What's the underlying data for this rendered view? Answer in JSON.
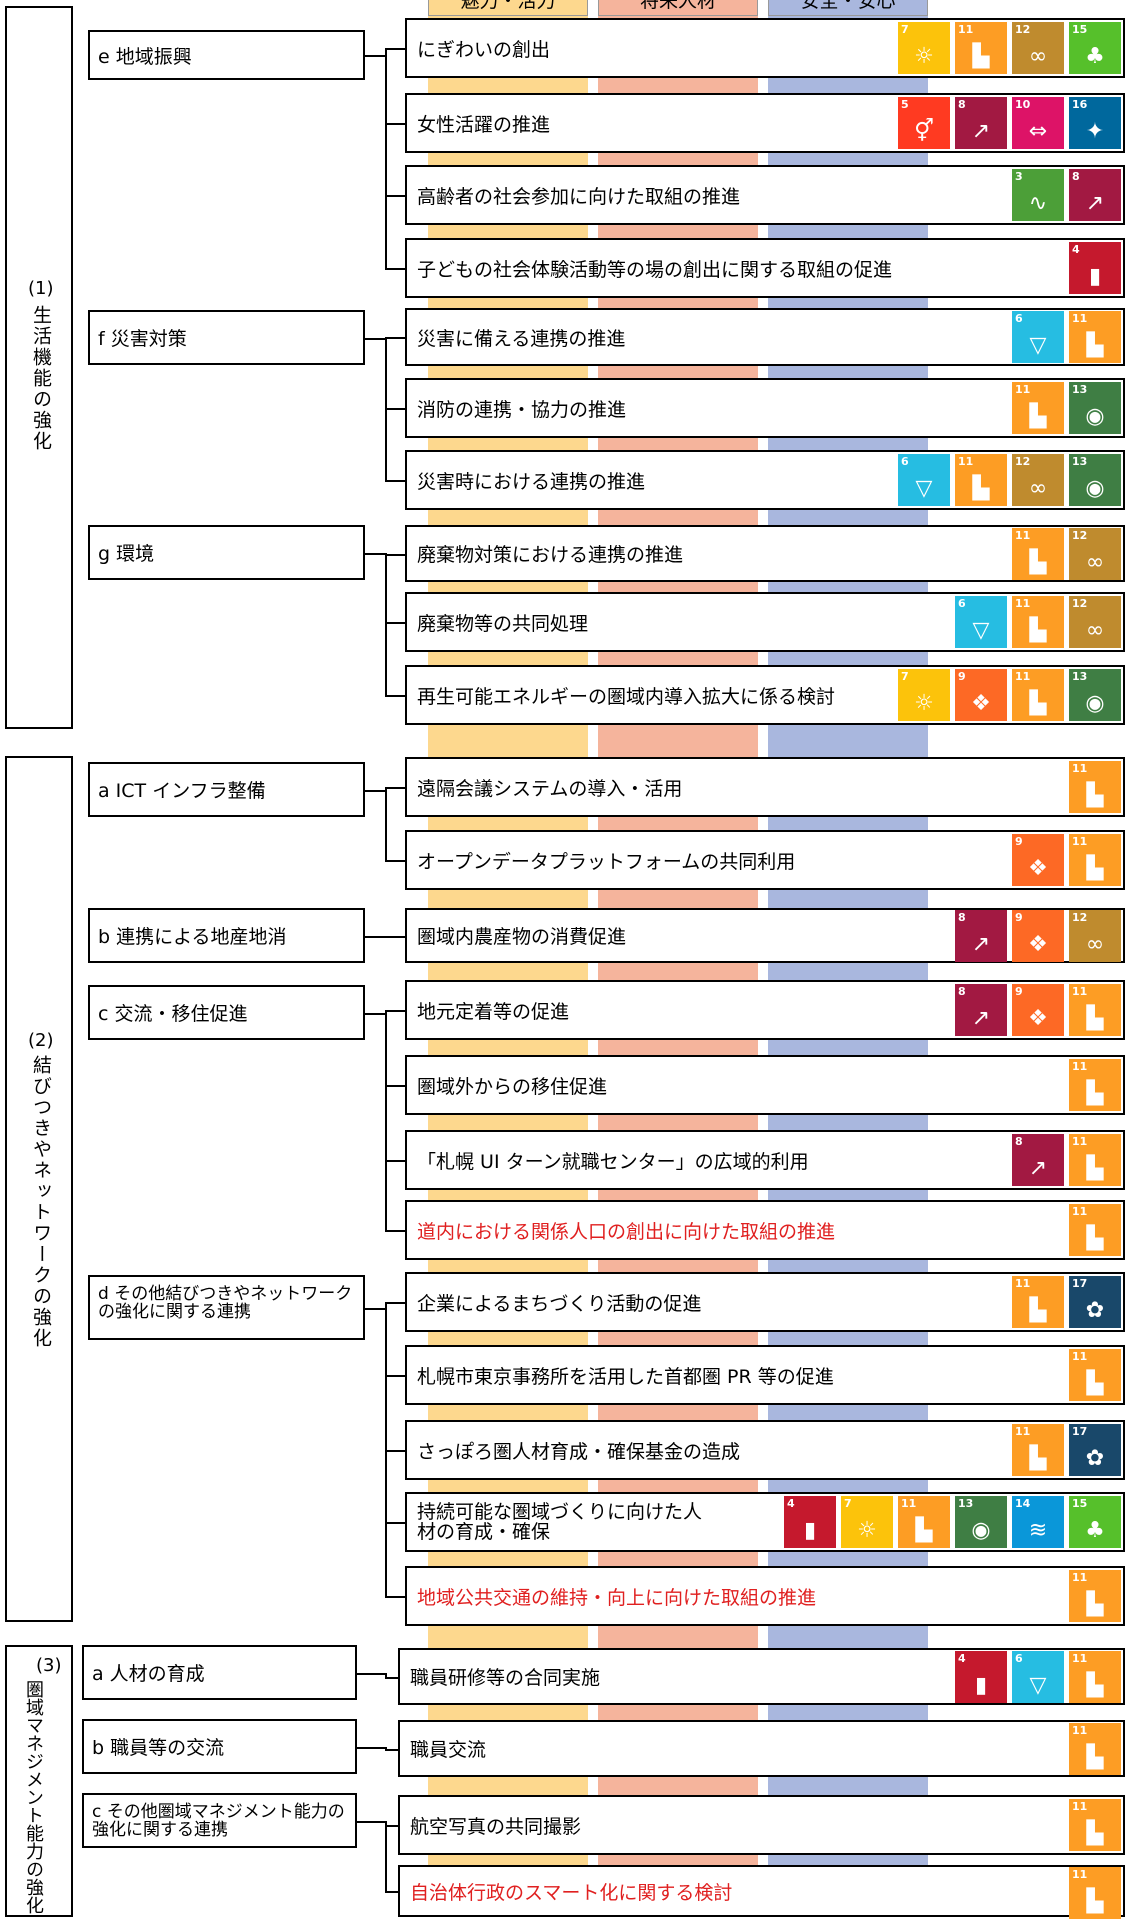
{
  "columns": [
    {
      "label": "魅力・活力",
      "color": "#fdd88e"
    },
    {
      "label": "将来人材",
      "color": "#f5b49c"
    },
    {
      "label": "安全・安心",
      "color": "#a9b7de"
    }
  ],
  "sdg_colors": {
    "3": "#4c9f38",
    "4": "#c5192d",
    "5": "#ff3a21",
    "6": "#26bde2",
    "7": "#fcc30b",
    "8": "#a21942",
    "9": "#fd6925",
    "10": "#dd1367",
    "11": "#fd9d24",
    "12": "#bf8b2e",
    "13": "#3f7e44",
    "14": "#0a97d9",
    "15": "#56c02b",
    "16": "#00689d",
    "17": "#19486a"
  },
  "sdg_icons": {
    "3": "heart-pulse-icon",
    "4": "book-icon",
    "5": "gender-icon",
    "6": "water-drop-icon",
    "7": "sun-icon",
    "8": "growth-chart-icon",
    "9": "cubes-icon",
    "10": "equality-icon",
    "11": "city-icon",
    "12": "infinity-icon",
    "13": "eye-globe-icon",
    "14": "fish-icon",
    "15": "tree-icon",
    "16": "dove-icon",
    "17": "flower-ring-icon"
  },
  "sdg_glyphs": {
    "3": "∿",
    "4": "▮",
    "5": "⚥",
    "6": "▽",
    "7": "☼",
    "8": "↗",
    "9": "❖",
    "10": "⇔",
    "11": "▙",
    "12": "∞",
    "13": "◉",
    "14": "≋",
    "15": "♣",
    "16": "✦",
    "17": "✿"
  },
  "sections": [
    {
      "num": "(1)",
      "label": "生活機能の強化"
    },
    {
      "num": "(2)",
      "label": "結びつきやネットワークの強化"
    },
    {
      "num": "(3)",
      "label": "圏域マネジメント能力の強化"
    }
  ],
  "categories": [
    {
      "label": "e 地域振興"
    },
    {
      "label": "f 災害対策"
    },
    {
      "label": "g 環境"
    },
    {
      "label": "a ICT インフラ整備"
    },
    {
      "label": "b 連携による地産地消"
    },
    {
      "label": "c 交流・移住促進"
    },
    {
      "label": "d その他結びつきやネットワークの強化に関する連携"
    },
    {
      "label": "a 人材の育成"
    },
    {
      "label": "b 職員等の交流"
    },
    {
      "label": "c その他圏域マネジメント能力の強化に関する連携"
    }
  ],
  "items": [
    {
      "label": "にぎわいの創出",
      "red": false,
      "sdgs": [
        7,
        11,
        12,
        15
      ]
    },
    {
      "label": "女性活躍の推進",
      "red": false,
      "sdgs": [
        5,
        8,
        10,
        16
      ]
    },
    {
      "label": "高齢者の社会参加に向けた取組の推進",
      "red": false,
      "sdgs": [
        3,
        8
      ]
    },
    {
      "label": "子どもの社会体験活動等の場の創出に関する取組の促進",
      "red": false,
      "sdgs": [
        4
      ]
    },
    {
      "label": "災害に備える連携の推進",
      "red": false,
      "sdgs": [
        6,
        11
      ]
    },
    {
      "label": "消防の連携・協力の推進",
      "red": false,
      "sdgs": [
        11,
        13
      ]
    },
    {
      "label": "災害時における連携の推進",
      "red": false,
      "sdgs": [
        6,
        11,
        12,
        13
      ]
    },
    {
      "label": "廃棄物対策における連携の推進",
      "red": false,
      "sdgs": [
        11,
        12
      ]
    },
    {
      "label": "廃棄物等の共同処理",
      "red": false,
      "sdgs": [
        6,
        11,
        12
      ]
    },
    {
      "label": "再生可能エネルギーの圏域内導入拡大に係る検討",
      "red": false,
      "sdgs": [
        7,
        9,
        11,
        13
      ]
    },
    {
      "label": "遠隔会議システムの導入・活用",
      "red": false,
      "sdgs": [
        11
      ]
    },
    {
      "label": "オープンデータプラットフォームの共同利用",
      "red": false,
      "sdgs": [
        9,
        11
      ]
    },
    {
      "label": "圏域内農産物の消費促進",
      "red": false,
      "sdgs": [
        8,
        9,
        12
      ]
    },
    {
      "label": "地元定着等の促進",
      "red": false,
      "sdgs": [
        8,
        9,
        11
      ]
    },
    {
      "label": "圏域外からの移住促進",
      "red": false,
      "sdgs": [
        11
      ]
    },
    {
      "label": "「札幌 UI ターン就職センター」の広域的利用",
      "red": false,
      "sdgs": [
        8,
        11
      ]
    },
    {
      "label": "道内における関係人口の創出に向けた取組の推進",
      "red": true,
      "sdgs": [
        11
      ]
    },
    {
      "label": "企業によるまちづくり活動の促進",
      "red": false,
      "sdgs": [
        11,
        17
      ]
    },
    {
      "label": "札幌市東京事務所を活用した首都圏 PR 等の促進",
      "red": false,
      "sdgs": [
        11
      ]
    },
    {
      "label": "さっぽろ圏人材育成・確保基金の造成",
      "red": false,
      "sdgs": [
        11,
        17
      ]
    },
    {
      "label": "持続可能な圏域づくりに向けた人材の育成・確保",
      "red": false,
      "sdgs": [
        4,
        7,
        11,
        13,
        14,
        15
      ]
    },
    {
      "label": "地域公共交通の維持・向上に向けた取組の推進",
      "red": true,
      "sdgs": [
        11
      ]
    },
    {
      "label": "職員研修等の合同実施",
      "red": false,
      "sdgs": [
        4,
        6,
        11
      ]
    },
    {
      "label": "職員交流",
      "red": false,
      "sdgs": [
        11
      ]
    },
    {
      "label": "航空写真の共同撮影",
      "red": false,
      "sdgs": [
        11
      ]
    },
    {
      "label": "自治体行政のスマート化に関する検討",
      "red": true,
      "sdgs": [
        11
      ]
    }
  ]
}
